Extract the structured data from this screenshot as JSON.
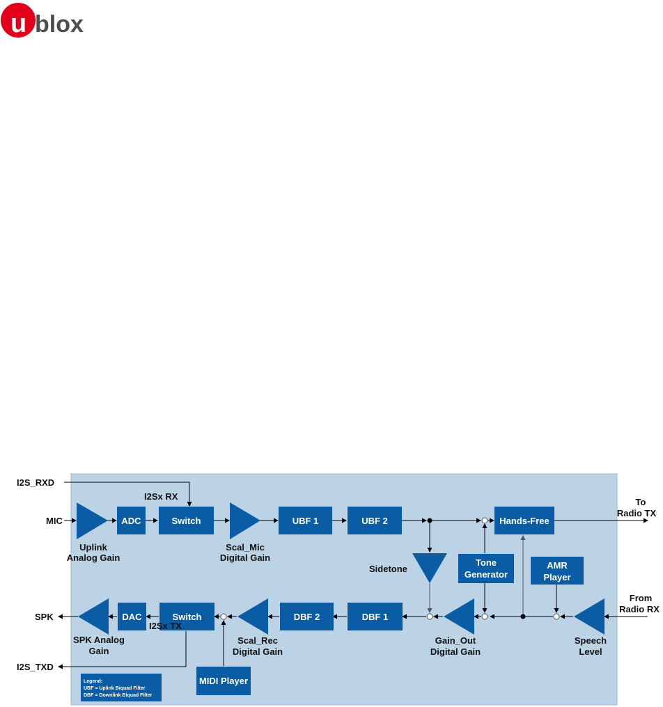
{
  "logo": {
    "text_u": "u",
    "text_rest": "blox"
  },
  "colors": {
    "panel": "#bcd3e6",
    "block": "#0a5ca4",
    "logo_red": "#e2001a",
    "logo_grey": "#4d4d4d"
  },
  "signals": {
    "i2s_rxd": "I2S_RXD",
    "i2s_txd": "I2S_TXD",
    "mic": "MIC",
    "spk": "SPK",
    "to_radio_tx": [
      "To",
      "Radio TX"
    ],
    "from_radio_rx": [
      "From",
      "Radio RX"
    ]
  },
  "blocks": {
    "adc": "ADC",
    "switch_up": "Switch",
    "ubf1": "UBF 1",
    "ubf2": "UBF 2",
    "hands_free": "Hands-Free",
    "tone_generator": [
      "Tone",
      "Generator"
    ],
    "amr_player": [
      "AMR",
      "Player"
    ],
    "dac": "DAC",
    "switch_down": "Switch",
    "dbf2": "DBF 2",
    "dbf1": "DBF 1",
    "midi_player": "MIDI Player"
  },
  "labels": {
    "i2sx_rx": "I2Sx RX",
    "i2sx_tx": "I2Sx TX",
    "uplink_gain": [
      "Uplink",
      "Analog Gain"
    ],
    "scal_mic": [
      "Scal_Mic",
      "Digital Gain"
    ],
    "sidetone": "Sidetone",
    "spk_gain": [
      "SPK Analog",
      "Gain"
    ],
    "scal_rec": [
      "Scal_Rec",
      "Digital Gain"
    ],
    "gain_out": [
      "Gain_Out",
      "Digital Gain"
    ],
    "speech_level": [
      "Speech",
      "Level"
    ]
  },
  "legend": {
    "title": "Legend:",
    "line1": "UBF = Uplink Biquad Filter",
    "line2": "DBF = Downlink Biquad Filter"
  }
}
